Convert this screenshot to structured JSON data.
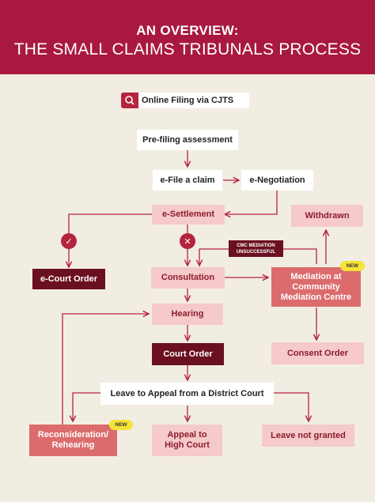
{
  "header": {
    "title": "AN OVERVIEW:",
    "subtitle": "THE SMALL CLAIMS TRIBUNALS PROCESS"
  },
  "nodes": {
    "online_filing": "Online Filing via CJTS",
    "prefiling": "Pre-filing assessment",
    "efile": "e-File a claim",
    "enegotiation": "e-Negotiation",
    "esettlement": "e-Settlement",
    "withdrawn": "Withdrawn",
    "ecourt_order": "e-Court Order",
    "consultation": "Consultation",
    "cmc_note": "CMC MEDIATION UNSUCCESSFUL",
    "mediation": "Mediation at Community Mediation Centre",
    "hearing": "Hearing",
    "court_order": "Court Order",
    "consent_order": "Consent Order",
    "leave_to_appeal": "Leave to Appeal from a District Court",
    "reconsideration": "Reconsideration/ Rehearing",
    "appeal": "Appeal to High Court",
    "leave_not_granted": "Leave not granted"
  },
  "badges": {
    "new_label": "NEW"
  },
  "icons": {
    "search": "search-icon",
    "check": "check-icon",
    "cross": "cross-icon"
  },
  "colors": {
    "brand": "#a8183f",
    "background": "#f2ede3",
    "pink": "#f6c9cb",
    "coral": "#dc6b6d",
    "dark": "#6a1020",
    "badge": "#f5e335"
  }
}
